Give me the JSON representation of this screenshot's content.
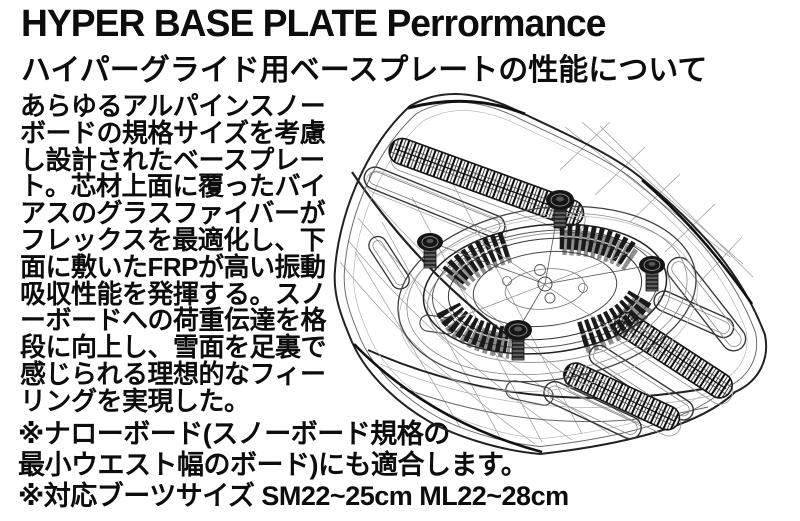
{
  "page": {
    "background_color": "#ffffff",
    "text_color": "#0d0d0d",
    "heading": {
      "en": "HYPER BASE PLATE Perrormance",
      "ja": "ハイパーグライド用ベースプレートの性能について"
    },
    "body_lines": [
      "あらゆるアルパインスノー",
      "ボードの規格サイズを考慮",
      "し設計されたベースプレー",
      "ト。芯材上面に覆ったバイ",
      "アスのグラスファイバーが",
      "フレックスを最適化し、下",
      "面に敷いたFRPが高い振動",
      "吸収性能を発揮する。スノ",
      "ーボードへの荷重伝達を格",
      "段に向上し、雪面を足裏で",
      "感じられる理想的なフィー",
      "リングを実現した。"
    ],
    "notes": [
      "※ナローボード(スノーボード規格の",
      "最小ウエスト幅のボード)にも適合します。",
      "※対応ブーツサイズ SM22~25cm ML22~28cm"
    ],
    "illustration": {
      "name": "base-plate-wireframe-drawing",
      "line_color": "#222222"
    }
  }
}
